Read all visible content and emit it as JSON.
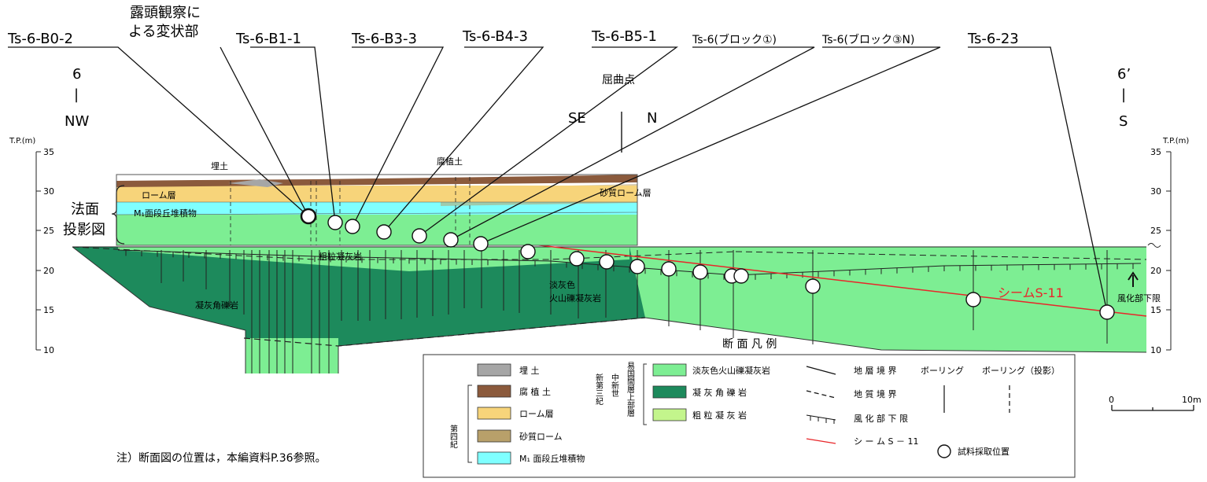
{
  "samples": [
    {
      "label": "Ts-6-B0-2"
    },
    {
      "label": "露頭観察に"
    },
    {
      "label": "よる変状部"
    },
    {
      "label": "Ts-6-B1-1"
    },
    {
      "label": "Ts-6-B3-3"
    },
    {
      "label": "Ts-6-B4-3"
    },
    {
      "label": "Ts-6-B5-1"
    },
    {
      "label": "Ts-6(ブロック①)"
    },
    {
      "label": "Ts-6(ブロック③N)"
    },
    {
      "label": "Ts-6-23"
    }
  ],
  "section": {
    "left_num": "6",
    "left_bar": "|",
    "left_dir": "NW",
    "right_num": "6’",
    "right_bar": "|",
    "right_dir": "S",
    "bend_label": "屈曲点",
    "bend_se": "SE",
    "bend_n": "N",
    "tp_unit": "T.P.(m)",
    "ticks": [
      "35",
      "30",
      "25",
      "20",
      "15",
      "10"
    ]
  },
  "slope": {
    "line1": "法面",
    "line2": "投影図"
  },
  "layers": {
    "fill": "埋土",
    "humus": "腐植土",
    "loam": "ローム層",
    "m1": "M₁面段丘堆積物",
    "sandy_loam": "砂質ローム層",
    "coarse_tuff": "粗粒凝灰岩",
    "light_tuff_1": "淡灰色",
    "light_tuff_2": "火山礫凝灰岩",
    "breccia": "凝灰角礫岩",
    "seam": "シームS-11",
    "weathering": "風化部下限"
  },
  "legend_title": "断 面 凡 例",
  "legend": {
    "left": [
      "埋 土",
      "腐 植 土",
      "ローム層",
      "砂質ローム",
      "M₁ 面段丘堆積物"
    ],
    "quaternary": "第四紀",
    "tertiary_1": "新第三紀",
    "tertiary_2": "中新世",
    "tertiary_3": "易国間層上部層",
    "mid": [
      "淡灰色火山礫凝灰岩",
      "凝 灰 角 礫 岩",
      "粗 粒 凝 灰 岩"
    ],
    "lines": [
      "地 層 境 界",
      "地 質 境 界",
      "風 化 部 下 限",
      "シ ー ム S － 11"
    ],
    "boring": "ボーリング",
    "boring_proj": "ボーリング（投影）",
    "sample_pos": "試料採取位置"
  },
  "scale": {
    "zero": "0",
    "ten": "10m"
  },
  "note": "注）断面図の位置は，本編資料P.36参照。",
  "colors": {
    "fill": "#a6a6a6",
    "humus": "#8b5a3c",
    "loam": "#f7d47a",
    "sandy": "#b8a06a",
    "m1": "#7fffff",
    "light_tuff": "#7dee93",
    "breccia": "#1d8a5c",
    "coarse": "#c3f58c",
    "seam": "#e8262a"
  }
}
